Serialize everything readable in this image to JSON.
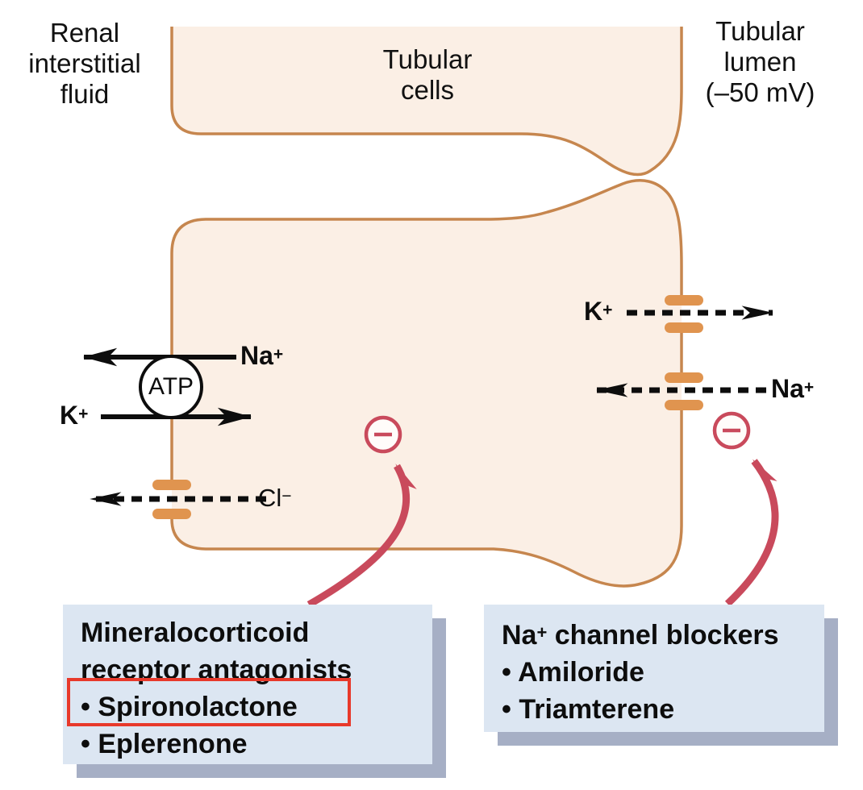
{
  "figure": {
    "region_labels": {
      "renal_interstitial_fluid": {
        "line1": "Renal",
        "line2": "interstitial",
        "line3": "fluid"
      },
      "tubular_cells": {
        "line1": "Tubular",
        "line2": "cells"
      },
      "tubular_lumen": {
        "line1": "Tubular",
        "line2": "lumen",
        "line3": "(–50 mV)"
      }
    },
    "pump": {
      "atp_label": "ATP",
      "na_out": {
        "base": "Na",
        "sup": "+"
      },
      "k_in": {
        "base": "K",
        "sup": "+"
      }
    },
    "channels": {
      "cl_basolateral": {
        "base": "Cl",
        "sup": "−"
      },
      "k_luminal": {
        "base": "K",
        "sup": "+"
      },
      "na_luminal": {
        "base": "Na",
        "sup": "+"
      }
    },
    "inhibition_symbol": "−",
    "boxes": {
      "left": {
        "title_line1": "Mineralocorticoid",
        "title_line2": "receptor antagonists",
        "items": [
          "• Spironolactone",
          "• Eplerenone"
        ]
      },
      "right": {
        "heading": {
          "base": "Na",
          "sup": "+",
          "rest": " channel blockers"
        },
        "items": [
          "• Amiloride",
          "• Triamterene"
        ]
      }
    },
    "colors": {
      "cell_fill": "#fbefe5",
      "membrane_stroke": "#c6864e",
      "channel_bar": "#e0944f",
      "inhibit_red": "#c94a5c",
      "highlight_red": "#e8392b",
      "box_fill": "#dce6f2",
      "box_shadow": "#a6afc5",
      "arrow_black": "#0d0d0d"
    }
  }
}
